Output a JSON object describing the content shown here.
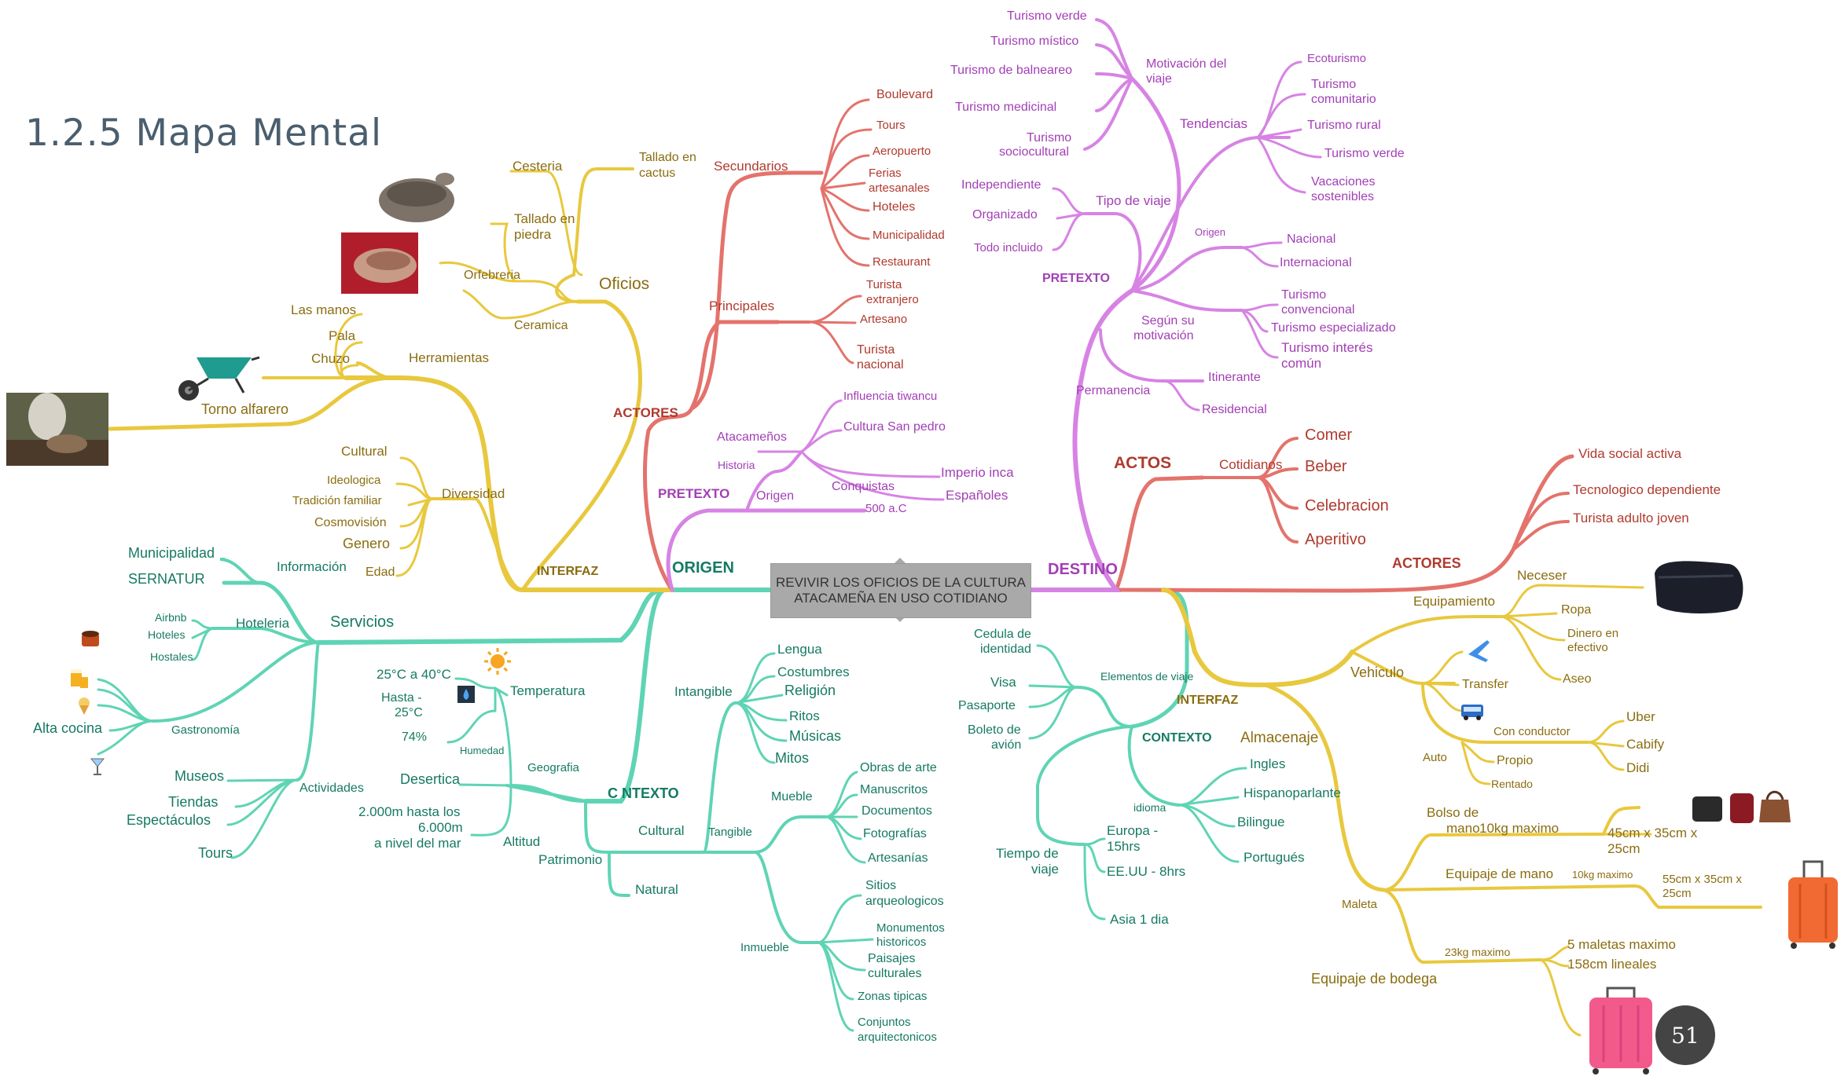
{
  "title": "1.2.5 Mapa Mental",
  "central": "REVIVIR LOS OFICIOS DE LA CULTURA ATACAMEÑA EN USO COTIDIANO",
  "page_number": "51",
  "colors": {
    "yellow": "#e8c83e",
    "yellow_text": "#8a6d10",
    "red": "#e3736c",
    "red_text": "#b03a2e",
    "magenta": "#d783e4",
    "magenta_text": "#a23fb5",
    "teal": "#5fd4b4",
    "teal_text": "#167a62",
    "central_box": "#a9a9a9"
  },
  "icons": [
    "pottery-bowl-photo",
    "hands-clay-photo",
    "wheelbarrow-icon",
    "potter-photo",
    "coffee-icon",
    "beer-icon",
    "icecream-icon",
    "cocktail-icon",
    "sun-icon",
    "humidity-icon",
    "airplane-icon",
    "bus-icon",
    "toiletry-bag-photo",
    "bags-photo",
    "orange-suitcase-photo",
    "pink-suitcase-photo"
  ],
  "labels": [
    {
      "id": "oficios",
      "t": "Oficios",
      "c": "y",
      "s": 21
    },
    {
      "id": "cesteria",
      "t": "Cesteria",
      "c": "y",
      "s": 17
    },
    {
      "id": "tallado-cactus-1",
      "t": "Tallado en",
      "c": "y",
      "s": 16
    },
    {
      "id": "tallado-cactus-2",
      "t": "cactus",
      "c": "y",
      "s": 16
    },
    {
      "id": "tallado-piedra-1",
      "t": "Tallado en",
      "c": "y",
      "s": 17
    },
    {
      "id": "tallado-piedra-2",
      "t": "piedra",
      "c": "y",
      "s": 17
    },
    {
      "id": "orfebreria",
      "t": "Orfebreria",
      "c": "y",
      "s": 16
    },
    {
      "id": "ceramica",
      "t": "Ceramica",
      "c": "y",
      "s": 16
    },
    {
      "id": "herramientas",
      "t": "Herramientas",
      "c": "y",
      "s": 17
    },
    {
      "id": "las-manos",
      "t": "Las manos",
      "c": "y",
      "s": 17
    },
    {
      "id": "pala",
      "t": "Pala",
      "c": "y",
      "s": 17
    },
    {
      "id": "chuzo",
      "t": "Chuzo",
      "c": "y",
      "s": 17
    },
    {
      "id": "torno",
      "t": "Torno alfarero",
      "c": "y",
      "s": 18
    },
    {
      "id": "diversidad",
      "t": "Diversidad",
      "c": "y",
      "s": 17
    },
    {
      "id": "cultural",
      "t": "Cultural",
      "c": "y",
      "s": 17
    },
    {
      "id": "ideologica",
      "t": "Ideologica",
      "c": "y",
      "s": 15
    },
    {
      "id": "tradicion",
      "t": "Tradición familiar",
      "c": "y",
      "s": 15
    },
    {
      "id": "cosmovision",
      "t": "Cosmovisión",
      "c": "y",
      "s": 16
    },
    {
      "id": "genero",
      "t": "Genero",
      "c": "y",
      "s": 18
    },
    {
      "id": "edad",
      "t": "Edad",
      "c": "y",
      "s": 16
    },
    {
      "id": "interfaz-l",
      "t": "INTERFAZ",
      "c": "y",
      "s": 16,
      "b": 1
    },
    {
      "id": "actores-l",
      "t": "ACTORES",
      "c": "r",
      "s": 17,
      "b": 1
    },
    {
      "id": "secundarios",
      "t": "Secundarios",
      "c": "r",
      "s": 17
    },
    {
      "id": "boulevard",
      "t": "Boulevard",
      "c": "r",
      "s": 16
    },
    {
      "id": "tours-r",
      "t": "Tours",
      "c": "r",
      "s": 15
    },
    {
      "id": "aeropuerto",
      "t": "Aeropuerto",
      "c": "r",
      "s": 15
    },
    {
      "id": "ferias-1",
      "t": "Ferias",
      "c": "r",
      "s": 15
    },
    {
      "id": "ferias-2",
      "t": "artesanales",
      "c": "r",
      "s": 15
    },
    {
      "id": "hoteles-r",
      "t": "Hoteles",
      "c": "r",
      "s": 16
    },
    {
      "id": "municipalidad-r",
      "t": "Municipalidad",
      "c": "r",
      "s": 15
    },
    {
      "id": "restaurant",
      "t": "Restaurant",
      "c": "r",
      "s": 15
    },
    {
      "id": "principales",
      "t": "Principales",
      "c": "r",
      "s": 17
    },
    {
      "id": "turista-ext-1",
      "t": "Turista",
      "c": "r",
      "s": 15
    },
    {
      "id": "turista-ext-2",
      "t": "extranjero",
      "c": "r",
      "s": 15
    },
    {
      "id": "artesano",
      "t": "Artesano",
      "c": "r",
      "s": 15
    },
    {
      "id": "turista-nac-1",
      "t": "Turista",
      "c": "r",
      "s": 16
    },
    {
      "id": "turista-nac-2",
      "t": "nacional",
      "c": "r",
      "s": 16
    },
    {
      "id": "pretexto-l",
      "t": "PRETEXTO",
      "c": "m",
      "s": 17,
      "b": 1
    },
    {
      "id": "atacamenos",
      "t": "Atacameños",
      "c": "m",
      "s": 16
    },
    {
      "id": "influencia",
      "t": "Influencia tiwancu",
      "c": "m",
      "s": 15
    },
    {
      "id": "cultura-sp",
      "t": "Cultura San pedro",
      "c": "m",
      "s": 16
    },
    {
      "id": "historia",
      "t": "Historia",
      "c": "m",
      "s": 14
    },
    {
      "id": "conquistas",
      "t": "Conquistas",
      "c": "m",
      "s": 16
    },
    {
      "id": "imperio",
      "t": "Imperio inca",
      "c": "m",
      "s": 17
    },
    {
      "id": "espanoles",
      "t": "Españoles",
      "c": "m",
      "s": 17
    },
    {
      "id": "origen-m",
      "t": "Origen",
      "c": "m",
      "s": 16
    },
    {
      "id": "ac500",
      "t": "500 a.C",
      "c": "m",
      "s": 15
    },
    {
      "id": "origen-main",
      "t": "ORIGEN",
      "c": "t",
      "s": 20,
      "b": 1
    },
    {
      "id": "destino-main",
      "t": "DESTINO",
      "c": "m",
      "s": 20,
      "b": 1
    },
    {
      "id": "municipalidad-t",
      "t": "Municipalidad",
      "c": "t",
      "s": 18
    },
    {
      "id": "sernatur",
      "t": "SERNATUR",
      "c": "t",
      "s": 18
    },
    {
      "id": "informacion",
      "t": "Información",
      "c": "t",
      "s": 17
    },
    {
      "id": "servicios",
      "t": "Servicios",
      "c": "t",
      "s": 20
    },
    {
      "id": "hoteleria",
      "t": "Hoteleria",
      "c": "t",
      "s": 17
    },
    {
      "id": "airbnb",
      "t": "Airbnb",
      "c": "t",
      "s": 14
    },
    {
      "id": "hoteles-t",
      "t": "Hoteles",
      "c": "t",
      "s": 14
    },
    {
      "id": "hostales",
      "t": "Hostales",
      "c": "t",
      "s": 14
    },
    {
      "id": "gastronomia",
      "t": "Gastronomía",
      "c": "t",
      "s": 15
    },
    {
      "id": "alta-cocina",
      "t": "Alta cocina",
      "c": "t",
      "s": 18
    },
    {
      "id": "actividades",
      "t": "Actividades",
      "c": "t",
      "s": 16
    },
    {
      "id": "museos",
      "t": "Museos",
      "c": "t",
      "s": 18
    },
    {
      "id": "tiendas",
      "t": "Tiendas",
      "c": "t",
      "s": 18
    },
    {
      "id": "espectaculos",
      "t": "Espectáculos",
      "c": "t",
      "s": 18
    },
    {
      "id": "tours-t",
      "t": "Tours",
      "c": "t",
      "s": 18
    },
    {
      "id": "temp-range",
      "t": "25°C a 40°C",
      "c": "t",
      "s": 17
    },
    {
      "id": "temperatura",
      "t": "Temperatura",
      "c": "t",
      "s": 17
    },
    {
      "id": "hasta-1",
      "t": "Hasta -",
      "c": "t",
      "s": 16
    },
    {
      "id": "hasta-2",
      "t": "25°C",
      "c": "t",
      "s": 16
    },
    {
      "id": "hum-74",
      "t": "74%",
      "c": "t",
      "s": 16
    },
    {
      "id": "humedad",
      "t": "Humedad",
      "c": "t",
      "s": 13
    },
    {
      "id": "geografia",
      "t": "Geografia",
      "c": "t",
      "s": 15
    },
    {
      "id": "desertica",
      "t": "Desertica",
      "c": "t",
      "s": 18
    },
    {
      "id": "alt-1",
      "t": "2.000m hasta los",
      "c": "t",
      "s": 17
    },
    {
      "id": "alt-2",
      "t": "6.000m",
      "c": "t",
      "s": 17
    },
    {
      "id": "alt-3",
      "t": "a nivel del mar",
      "c": "t",
      "s": 17
    },
    {
      "id": "altitud",
      "t": "Altitud",
      "c": "t",
      "s": 17
    },
    {
      "id": "contexto-l",
      "t": "C  NTEXTO",
      "c": "t",
      "s": 18,
      "b": 1
    },
    {
      "id": "patrimonio",
      "t": "Patrimonio",
      "c": "t",
      "s": 17
    },
    {
      "id": "cultural-t",
      "t": "Cultural",
      "c": "t",
      "s": 17
    },
    {
      "id": "natural",
      "t": "Natural",
      "c": "t",
      "s": 17
    },
    {
      "id": "intangible",
      "t": "Intangible",
      "c": "t",
      "s": 17
    },
    {
      "id": "lengua",
      "t": "Lengua",
      "c": "t",
      "s": 17
    },
    {
      "id": "costumbres",
      "t": "Costumbres",
      "c": "t",
      "s": 17
    },
    {
      "id": "religion",
      "t": "Religión",
      "c": "t",
      "s": 18
    },
    {
      "id": "ritos",
      "t": "Ritos",
      "c": "t",
      "s": 17
    },
    {
      "id": "musicas",
      "t": "Músicas",
      "c": "t",
      "s": 18
    },
    {
      "id": "mitos",
      "t": "Mitos",
      "c": "t",
      "s": 18
    },
    {
      "id": "tangible",
      "t": "Tangible",
      "c": "t",
      "s": 15
    },
    {
      "id": "mueble",
      "t": "Mueble",
      "c": "t",
      "s": 16
    },
    {
      "id": "obras",
      "t": "Obras de arte",
      "c": "t",
      "s": 16
    },
    {
      "id": "manuscritos",
      "t": "Manuscritos",
      "c": "t",
      "s": 16
    },
    {
      "id": "documentos",
      "t": "Documentos",
      "c": "t",
      "s": 16
    },
    {
      "id": "fotografias",
      "t": "Fotografías",
      "c": "t",
      "s": 16
    },
    {
      "id": "artesanias",
      "t": "Artesanías",
      "c": "t",
      "s": 16
    },
    {
      "id": "inmueble",
      "t": "Inmueble",
      "c": "t",
      "s": 15
    },
    {
      "id": "sitios-1",
      "t": "Sitios",
      "c": "t",
      "s": 16
    },
    {
      "id": "sitios-2",
      "t": "arqueologicos",
      "c": "t",
      "s": 16
    },
    {
      "id": "monum-1",
      "t": "Monumentos",
      "c": "t",
      "s": 15
    },
    {
      "id": "monum-2",
      "t": "historicos",
      "c": "t",
      "s": 15
    },
    {
      "id": "paisajes-1",
      "t": "Paisajes",
      "c": "t",
      "s": 16
    },
    {
      "id": "paisajes-2",
      "t": "culturales",
      "c": "t",
      "s": 16
    },
    {
      "id": "zonas",
      "t": "Zonas tipicas",
      "c": "t",
      "s": 15
    },
    {
      "id": "conjuntos-1",
      "t": "Conjuntos",
      "c": "t",
      "s": 15
    },
    {
      "id": "conjuntos-2",
      "t": "arquitectonicos",
      "c": "t",
      "s": 15
    },
    {
      "id": "turismo-verde-1",
      "t": "Turismo verde",
      "c": "m",
      "s": 16
    },
    {
      "id": "turismo-mistico",
      "t": "Turismo místico",
      "c": "m",
      "s": 16
    },
    {
      "id": "turismo-balneareo",
      "t": "Turismo de balneareo",
      "c": "m",
      "s": 16
    },
    {
      "id": "turismo-medicinal",
      "t": "Turismo medicinal",
      "c": "m",
      "s": 16
    },
    {
      "id": "turismo-socio-1",
      "t": "Turismo",
      "c": "m",
      "s": 16
    },
    {
      "id": "turismo-socio-2",
      "t": "sociocultural",
      "c": "m",
      "s": 16
    },
    {
      "id": "motivacion-1",
      "t": "Motivación del",
      "c": "m",
      "s": 16
    },
    {
      "id": "motivacion-2",
      "t": "viaje",
      "c": "m",
      "s": 16
    },
    {
      "id": "tendencias",
      "t": "Tendencias",
      "c": "m",
      "s": 17
    },
    {
      "id": "ecoturismo",
      "t": "Ecoturismo",
      "c": "m",
      "s": 15
    },
    {
      "id": "turismo-com-1",
      "t": "Turismo",
      "c": "m",
      "s": 16
    },
    {
      "id": "turismo-com-2",
      "t": "comunitario",
      "c": "m",
      "s": 16
    },
    {
      "id": "turismo-rural",
      "t": "Turismo rural",
      "c": "m",
      "s": 16
    },
    {
      "id": "turismo-verde-2",
      "t": "Turismo verde",
      "c": "m",
      "s": 16
    },
    {
      "id": "vacaciones-1",
      "t": "Vacaciones",
      "c": "m",
      "s": 16
    },
    {
      "id": "vacaciones-2",
      "t": "sostenibles",
      "c": "m",
      "s": 16
    },
    {
      "id": "independiente",
      "t": "Independiente",
      "c": "m",
      "s": 16
    },
    {
      "id": "organizado",
      "t": "Organizado",
      "c": "m",
      "s": 16
    },
    {
      "id": "todo-incluido",
      "t": "Todo incluido",
      "c": "m",
      "s": 15
    },
    {
      "id": "tipo-viaje",
      "t": "Tipo de viaje",
      "c": "m",
      "s": 17
    },
    {
      "id": "pretexto-r",
      "t": "PRETEXTO",
      "c": "m",
      "s": 16,
      "b": 1
    },
    {
      "id": "origen-small",
      "t": "Origen",
      "c": "m",
      "s": 13
    },
    {
      "id": "nacional",
      "t": "Nacional",
      "c": "m",
      "s": 16
    },
    {
      "id": "internacional",
      "t": "Internacional",
      "c": "m",
      "s": 16
    },
    {
      "id": "segun-1",
      "t": "Según su",
      "c": "m",
      "s": 16
    },
    {
      "id": "segun-2",
      "t": "motivación",
      "c": "m",
      "s": 16
    },
    {
      "id": "turismo-conv-1",
      "t": "Turismo",
      "c": "m",
      "s": 16
    },
    {
      "id": "turismo-conv-2",
      "t": "convencional",
      "c": "m",
      "s": 16
    },
    {
      "id": "turismo-esp",
      "t": "Turismo especializado",
      "c": "m",
      "s": 16
    },
    {
      "id": "turismo-int-1",
      "t": "Turismo interés",
      "c": "m",
      "s": 17
    },
    {
      "id": "turismo-int-2",
      "t": "común",
      "c": "m",
      "s": 17
    },
    {
      "id": "permanencia",
      "t": "Permanencia",
      "c": "m",
      "s": 16
    },
    {
      "id": "itinerante",
      "t": "Itinerante",
      "c": "m",
      "s": 16
    },
    {
      "id": "residencial",
      "t": "Residencial",
      "c": "m",
      "s": 16
    },
    {
      "id": "actos",
      "t": "ACTOS",
      "c": "r",
      "s": 21,
      "b": 1
    },
    {
      "id": "cotidianos",
      "t": "Cotidianos",
      "c": "r",
      "s": 17
    },
    {
      "id": "comer",
      "t": "Comer",
      "c": "r",
      "s": 20
    },
    {
      "id": "beber",
      "t": "Beber",
      "c": "r",
      "s": 20
    },
    {
      "id": "celebracion",
      "t": "Celebracion",
      "c": "r",
      "s": 20
    },
    {
      "id": "aperitivo",
      "t": "Aperitivo",
      "c": "r",
      "s": 20
    },
    {
      "id": "vida-social",
      "t": "Vida social activa",
      "c": "r",
      "s": 17
    },
    {
      "id": "tecnologico",
      "t": "Tecnologico dependiente",
      "c": "r",
      "s": 17
    },
    {
      "id": "adulto-joven",
      "t": "Turista adulto joven",
      "c": "r",
      "s": 17
    },
    {
      "id": "actores-r",
      "t": "ACTORES",
      "c": "r",
      "s": 18,
      "b": 1
    },
    {
      "id": "neceser",
      "t": "Neceser",
      "c": "y",
      "s": 17
    },
    {
      "id": "equipamiento",
      "t": "Equipamiento",
      "c": "y",
      "s": 17
    },
    {
      "id": "ropa",
      "t": "Ropa",
      "c": "y",
      "s": 16
    },
    {
      "id": "dinero-1",
      "t": "Dinero en",
      "c": "y",
      "s": 15
    },
    {
      "id": "dinero-2",
      "t": "efectivo",
      "c": "y",
      "s": 15
    },
    {
      "id": "aseo",
      "t": "Aseo",
      "c": "y",
      "s": 16
    },
    {
      "id": "vehiculo",
      "t": "Vehiculo",
      "c": "y",
      "s": 18
    },
    {
      "id": "transfer",
      "t": "Transfer",
      "c": "y",
      "s": 16
    },
    {
      "id": "con-conductor",
      "t": "Con conductor",
      "c": "y",
      "s": 15
    },
    {
      "id": "uber",
      "t": "Uber",
      "c": "y",
      "s": 17
    },
    {
      "id": "cabify",
      "t": "Cabify",
      "c": "y",
      "s": 17
    },
    {
      "id": "didi",
      "t": "Didi",
      "c": "y",
      "s": 17
    },
    {
      "id": "auto",
      "t": "Auto",
      "c": "y",
      "s": 15
    },
    {
      "id": "propio",
      "t": "Propio",
      "c": "y",
      "s": 16
    },
    {
      "id": "rentado",
      "t": "Rentado",
      "c": "y",
      "s": 14
    },
    {
      "id": "almacenaje",
      "t": "Almacenaje",
      "c": "y",
      "s": 19
    },
    {
      "id": "interfaz-r",
      "t": "INTERFAZ",
      "c": "y",
      "s": 16,
      "b": 1
    },
    {
      "id": "bolso-1",
      "t": "Bolso de",
      "c": "y",
      "s": 17
    },
    {
      "id": "bolso-2",
      "t": "mano",
      "c": "y",
      "s": 17
    },
    {
      "id": "kg10a",
      "t": "10kg maximo",
      "c": "y",
      "s": 17
    },
    {
      "id": "dim45-1",
      "t": "45cm x 35cm x",
      "c": "y",
      "s": 17
    },
    {
      "id": "dim45-2",
      "t": "25cm",
      "c": "y",
      "s": 17
    },
    {
      "id": "equipaje-mano",
      "t": "Equipaje de mano",
      "c": "y",
      "s": 17
    },
    {
      "id": "kg10b",
      "t": "10kg maximo",
      "c": "y",
      "s": 13
    },
    {
      "id": "dim55-1",
      "t": "55cm x 35cm x",
      "c": "y",
      "s": 15
    },
    {
      "id": "dim55-2",
      "t": "25cm",
      "c": "y",
      "s": 15
    },
    {
      "id": "maleta",
      "t": "Maleta",
      "c": "y",
      "s": 15
    },
    {
      "id": "kg23",
      "t": "23kg maximo",
      "c": "y",
      "s": 14
    },
    {
      "id": "maletas5",
      "t": "5 maletas maximo",
      "c": "y",
      "s": 17
    },
    {
      "id": "lineales",
      "t": "158cm lineales",
      "c": "y",
      "s": 17
    },
    {
      "id": "bodega",
      "t": "Equipaje de bodega",
      "c": "y",
      "s": 18
    },
    {
      "id": "cedula-1",
      "t": "Cedula de",
      "c": "t",
      "s": 16
    },
    {
      "id": "cedula-2",
      "t": "identidad",
      "c": "t",
      "s": 16
    },
    {
      "id": "visa",
      "t": "Visa",
      "c": "t",
      "s": 17
    },
    {
      "id": "pasaporte",
      "t": "Pasaporte",
      "c": "t",
      "s": 16
    },
    {
      "id": "boleto-1",
      "t": "Boleto de",
      "c": "t",
      "s": 16
    },
    {
      "id": "boleto-2",
      "t": "avión",
      "c": "t",
      "s": 16
    },
    {
      "id": "elementos",
      "t": "Elementos de viaje",
      "c": "t",
      "s": 14
    },
    {
      "id": "contexto-r",
      "t": "CONTEXTO",
      "c": "t",
      "s": 16,
      "b": 1
    },
    {
      "id": "idioma",
      "t": "idioma",
      "c": "t",
      "s": 14
    },
    {
      "id": "ingles",
      "t": "Ingles",
      "c": "t",
      "s": 17
    },
    {
      "id": "hispano",
      "t": "Hispanoparlante",
      "c": "t",
      "s": 17
    },
    {
      "id": "bilingue",
      "t": "Bilingue",
      "c": "t",
      "s": 17
    },
    {
      "id": "portugues",
      "t": "Portugués",
      "c": "t",
      "s": 17
    },
    {
      "id": "tiempo-1",
      "t": "Tiempo de",
      "c": "t",
      "s": 17
    },
    {
      "id": "tiempo-2",
      "t": "viaje",
      "c": "t",
      "s": 17
    },
    {
      "id": "europa-1",
      "t": "Europa -",
      "c": "t",
      "s": 17
    },
    {
      "id": "europa-2",
      "t": "15hrs",
      "c": "t",
      "s": 17
    },
    {
      "id": "eeuu",
      "t": "EE.UU - 8hrs",
      "c": "t",
      "s": 17
    },
    {
      "id": "asia",
      "t": "Asia 1 dia",
      "c": "t",
      "s": 17
    }
  ]
}
